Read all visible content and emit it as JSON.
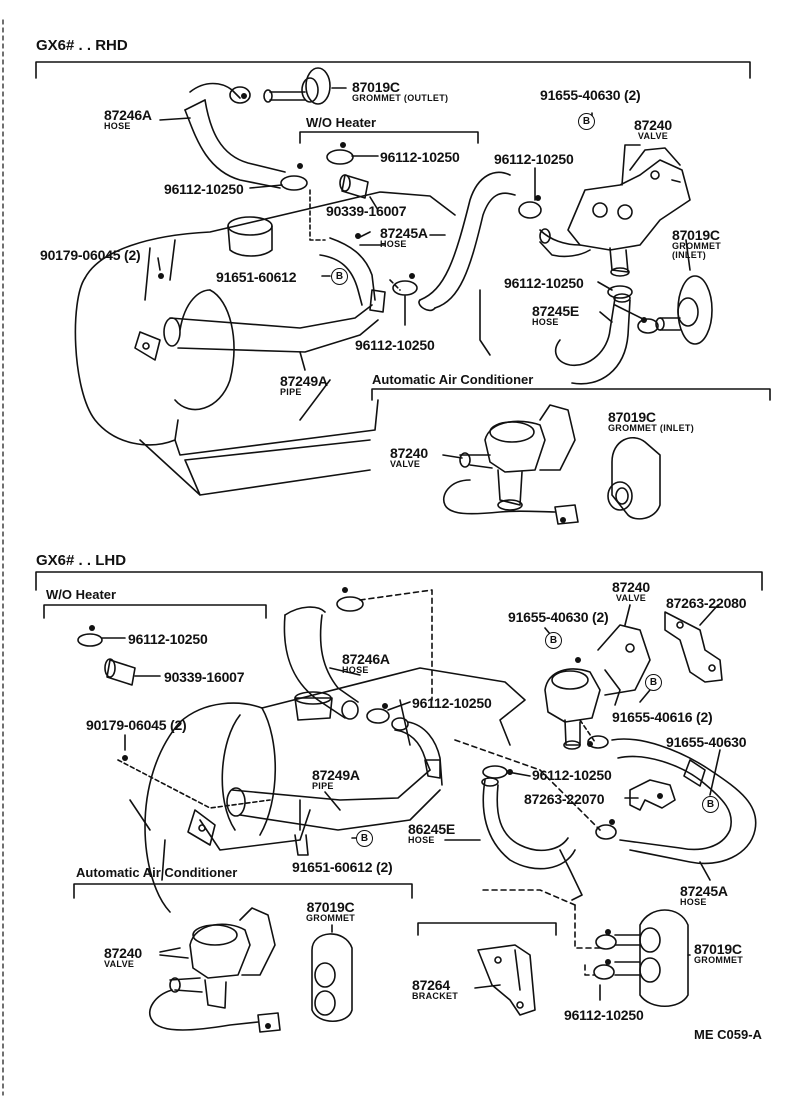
{
  "rhd": {
    "title": "GX6# . . RHD",
    "wo_heater": "W/O Heater",
    "auto_ac": "Automatic Air Conditioner",
    "parts": [
      {
        "num": "87019C",
        "name": "GROMMET (OUTLET)"
      },
      {
        "num": "87246A",
        "name": "HOSE"
      },
      {
        "num": "96112-10250"
      },
      {
        "num": "96112-10250"
      },
      {
        "num": "90339-16007"
      },
      {
        "num": "87245A",
        "name": "HOSE"
      },
      {
        "num": "90179-06045 (2)"
      },
      {
        "num": "91651-60612"
      },
      {
        "num": "96112-10250"
      },
      {
        "num": "87249A",
        "name": "PIPE"
      },
      {
        "num": "91655-40630 (2)"
      },
      {
        "num": "87240",
        "name": "VALVE"
      },
      {
        "num": "96112-10250"
      },
      {
        "num": "87019C",
        "name": "GROMMET",
        "name2": "(INLET)"
      },
      {
        "num": "96112-10250"
      },
      {
        "num": "87245E",
        "name": "HOSE"
      },
      {
        "num": "87240",
        "name": "VALVE"
      },
      {
        "num": "87019C",
        "name": "GROMMET (INLET)"
      }
    ]
  },
  "lhd": {
    "title": "GX6# . . LHD",
    "wo_heater": "W/O Heater",
    "auto_ac": "Automatic Air Conditioner",
    "parts": [
      {
        "num": "96112-10250"
      },
      {
        "num": "90339-16007"
      },
      {
        "num": "90179-06045 (2)"
      },
      {
        "num": "87246A",
        "name": "HOSE"
      },
      {
        "num": "96112-10250"
      },
      {
        "num": "87249A",
        "name": "PIPE"
      },
      {
        "num": "91651-60612 (2)"
      },
      {
        "num": "87240",
        "name": "VALVE"
      },
      {
        "num": "87263-22080"
      },
      {
        "num": "91655-40630 (2)"
      },
      {
        "num": "91655-40616 (2)"
      },
      {
        "num": "91655-40630"
      },
      {
        "num": "96112-10250"
      },
      {
        "num": "87263-22070"
      },
      {
        "num": "86245E",
        "name": "HOSE"
      },
      {
        "num": "87245A",
        "name": "HOSE"
      },
      {
        "num": "87240",
        "name": "VALVE"
      },
      {
        "num": "87019C",
        "name": "GROMMET"
      },
      {
        "num": "87264",
        "name": "BRACKET"
      },
      {
        "num": "87019C",
        "name": "GROMMET"
      },
      {
        "num": "96112-10250"
      }
    ]
  },
  "bolt_mark": "B",
  "drawing_code": "ME C059-A"
}
